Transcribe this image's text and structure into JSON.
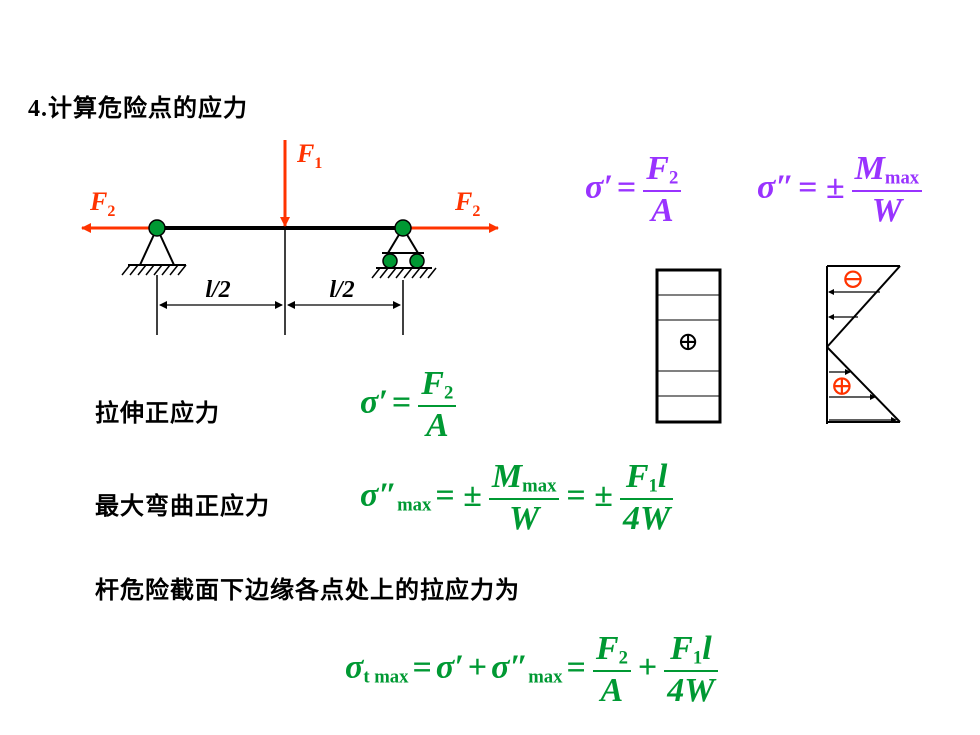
{
  "heading": {
    "number": "4.",
    "text": "计算危险点的应力"
  },
  "beam": {
    "force_left": {
      "symbol": "F",
      "sub": "2"
    },
    "force_right": {
      "symbol": "F",
      "sub": "2"
    },
    "force_top": {
      "symbol": "F",
      "sub": "1"
    },
    "dim_left": "l/2",
    "dim_right": "l/2",
    "colors": {
      "force": "#ff3300",
      "support": "#009933",
      "beam": "#000000"
    }
  },
  "top_formulas": {
    "sigma_prime": {
      "lhs": "σ′",
      "eq": "=",
      "num_symbol": "F",
      "num_sub": "2",
      "den": "A"
    },
    "sigma_double": {
      "lhs": "σ″",
      "eq": "= ±",
      "num_symbol": "M",
      "num_sub": "max",
      "den": "W"
    },
    "color": "#9933ff"
  },
  "stress_diagrams": {
    "uniform_sign": "⊕",
    "bending_top_sign": "⊖",
    "bending_bottom_sign": "⊕",
    "sign_color": "#ff3300"
  },
  "rows": [
    {
      "label": "拉伸正应力"
    },
    {
      "label": "最大弯曲正应力"
    },
    {
      "label": "杆危险截面下边缘各点处上的拉应力为"
    }
  ],
  "row_formulas": {
    "tension": {
      "lhs": "σ′",
      "eq": "=",
      "num_symbol": "F",
      "num_sub": "2",
      "den": "A"
    },
    "bending": {
      "lhs": "σ″",
      "lhs_sub": "max",
      "eq1": "= ±",
      "f1_num_symbol": "M",
      "f1_num_sub": "max",
      "f1_den": "W",
      "eq2": "= ±",
      "f2_num_symbol": "F",
      "f2_num_sub": "1",
      "f2_num_tail": "l",
      "f2_den": "4W"
    },
    "total": {
      "lhs": "σ",
      "lhs_sub": "t max",
      "eq1": "=",
      "t1": "σ′",
      "plus1": "+",
      "t2": "σ″",
      "t2_sub": "max",
      "eq2": "=",
      "f1_num_symbol": "F",
      "f1_num_sub": "2",
      "f1_den": "A",
      "plus2": "+",
      "f2_num_symbol": "F",
      "f2_num_sub": "1",
      "f2_num_tail": "l",
      "f2_den": "4W"
    },
    "color": "#009933"
  }
}
